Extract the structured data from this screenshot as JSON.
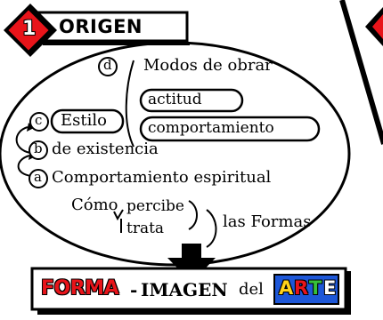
{
  "header": {
    "number": "1",
    "title": "ORIGEN"
  },
  "items": {
    "d_marker": "d",
    "d_text": "Modos de obrar",
    "actitud": "actitud",
    "comportamiento": "comportamiento",
    "c_marker": "c",
    "c_text": "Estilo",
    "b_marker": "b",
    "b_text": "de existencia",
    "a_marker": "a",
    "a_text": "Comportamiento espiritual"
  },
  "como": {
    "label": "Cómo",
    "percibe": "percibe",
    "trata": "trata",
    "formas": "las Formas"
  },
  "banner": {
    "forma": "FORMA",
    "dash": "-",
    "imagen": "IMAGEN",
    "del": "del",
    "arte_letters": [
      "A",
      "R",
      "T",
      "E"
    ]
  },
  "colors": {
    "accent_red": "#e8141a",
    "arte_bg": "#1d57d8",
    "arte_letters": [
      "#ffd21a",
      "#e8141a",
      "#37c13a",
      "#ffffff"
    ]
  }
}
